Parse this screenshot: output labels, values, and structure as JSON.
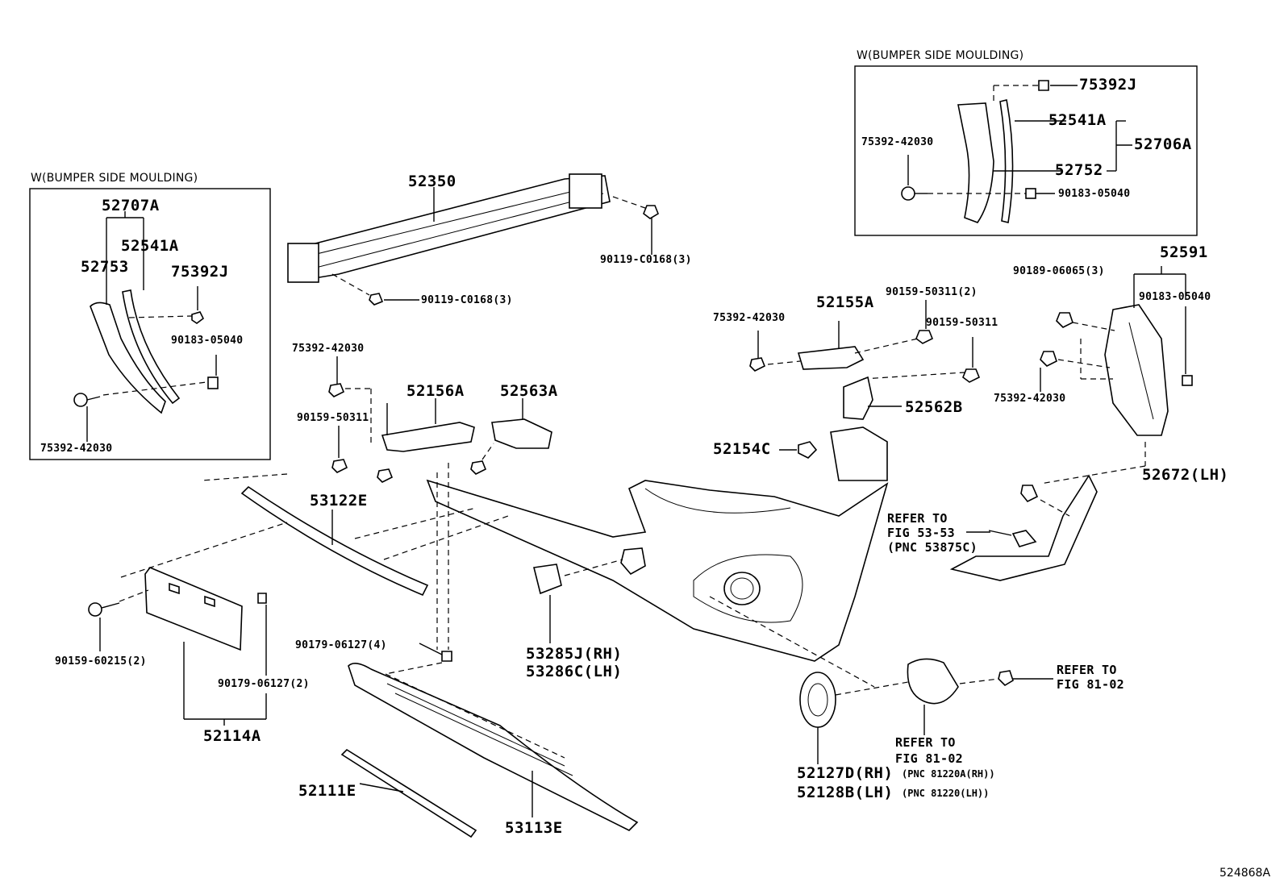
{
  "insets": {
    "left_header": "W(BUMPER SIDE MOULDING)",
    "right_header": "W(BUMPER SIDE MOULDING)"
  },
  "labels": {
    "p52707A": "52707A",
    "p52541A_left": "52541A",
    "p52753": "52753",
    "p75392J_left": "75392J",
    "p90183_05040_left": "90183-05040",
    "p75392_42030_left": "75392-42030",
    "p52350": "52350",
    "p90119_C0168_top": "90119-C0168(3)",
    "p90119_C0168_mid": "90119-C0168(3)",
    "p75392J_right": "75392J",
    "p52541A_right": "52541A",
    "p52706A": "52706A",
    "p75392_42030_inset_right": "75392-42030",
    "p52752": "52752",
    "p90183_05040_inset_right": "90183-05040",
    "p52591": "52591",
    "p90189_06065": "90189-06065(3)",
    "p90183_05040_right": "90183-05040",
    "p90159_50311_2": "90159-50311(2)",
    "p52155A": "52155A",
    "p75392_42030_a": "75392-42030",
    "p90159_50311_b": "90159-50311",
    "p75392_42030_b": "75392-42030",
    "p52562B": "52562B",
    "p52154C": "52154C",
    "p52672_lh": "52672(LH)",
    "p75392_42030_c": "75392-42030",
    "p52156A": "52156A",
    "p52563A": "52563A",
    "p90159_50311_c": "90159-50311",
    "p53122E": "53122E",
    "p90159_60215": "90159-60215(2)",
    "p90179_06127_2": "90179-06127(2)",
    "p52114A": "52114A",
    "p90179_06127_4": "90179-06127(4)",
    "p53285J": "53285J(RH)",
    "p53286C": "53286C(LH)",
    "p52111E": "52111E",
    "p53113E": "53113E",
    "p52127D": "52127D(RH)",
    "p52128B": "52128B(LH)",
    "pnc_81220A": "(PNC 81220A(RH))",
    "pnc_81220": "(PNC 81220(LH))",
    "refer_53_line1": "REFER TO",
    "refer_53_line2": "FIG 53-53",
    "refer_53_line3": "(PNC 53875C)",
    "refer_81_a_line1": "REFER TO",
    "refer_81_a_line2": "FIG 81-02",
    "refer_81_b_line1": "REFER TO",
    "refer_81_b_line2": "FIG 81-02",
    "figure_id": "524868A"
  }
}
